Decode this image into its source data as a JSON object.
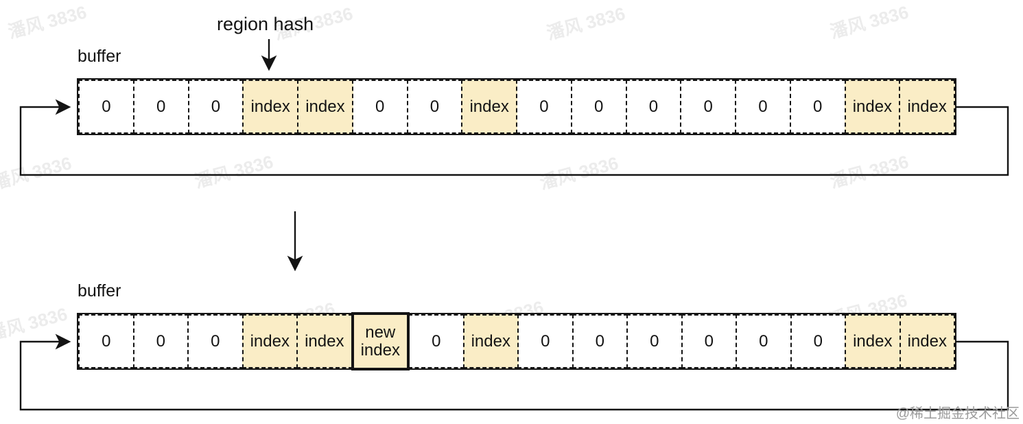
{
  "watermarks": {
    "tile_text": "潘风 3836",
    "brand_text": "@稀土掘金技术社区"
  },
  "colors": {
    "highlight_bg": "#faedc6",
    "line": "#141414",
    "watermark_tile": "#ececec",
    "watermark_brand": "#9b9b9b"
  },
  "buffer_top": {
    "label": "buffer",
    "annotation": "region hash",
    "cells": [
      {
        "text": "0",
        "type": "plain"
      },
      {
        "text": "0",
        "type": "plain"
      },
      {
        "text": "0",
        "type": "plain"
      },
      {
        "text": "index",
        "type": "highlight"
      },
      {
        "text": "index",
        "type": "highlight"
      },
      {
        "text": "0",
        "type": "plain"
      },
      {
        "text": "0",
        "type": "plain"
      },
      {
        "text": "index",
        "type": "highlight"
      },
      {
        "text": "0",
        "type": "plain"
      },
      {
        "text": "0",
        "type": "plain"
      },
      {
        "text": "0",
        "type": "plain"
      },
      {
        "text": "0",
        "type": "plain"
      },
      {
        "text": "0",
        "type": "plain"
      },
      {
        "text": "0",
        "type": "plain"
      },
      {
        "text": "index",
        "type": "highlight"
      },
      {
        "text": "index",
        "type": "highlight"
      }
    ]
  },
  "buffer_bottom": {
    "label": "buffer",
    "cells": [
      {
        "text": "0",
        "type": "plain"
      },
      {
        "text": "0",
        "type": "plain"
      },
      {
        "text": "0",
        "type": "plain"
      },
      {
        "text": "index",
        "type": "highlight"
      },
      {
        "text": "index",
        "type": "highlight"
      },
      {
        "text": "new index",
        "type": "new"
      },
      {
        "text": "0",
        "type": "plain"
      },
      {
        "text": "index",
        "type": "highlight"
      },
      {
        "text": "0",
        "type": "plain"
      },
      {
        "text": "0",
        "type": "plain"
      },
      {
        "text": "0",
        "type": "plain"
      },
      {
        "text": "0",
        "type": "plain"
      },
      {
        "text": "0",
        "type": "plain"
      },
      {
        "text": "0",
        "type": "plain"
      },
      {
        "text": "index",
        "type": "highlight"
      },
      {
        "text": "index",
        "type": "highlight"
      }
    ]
  }
}
